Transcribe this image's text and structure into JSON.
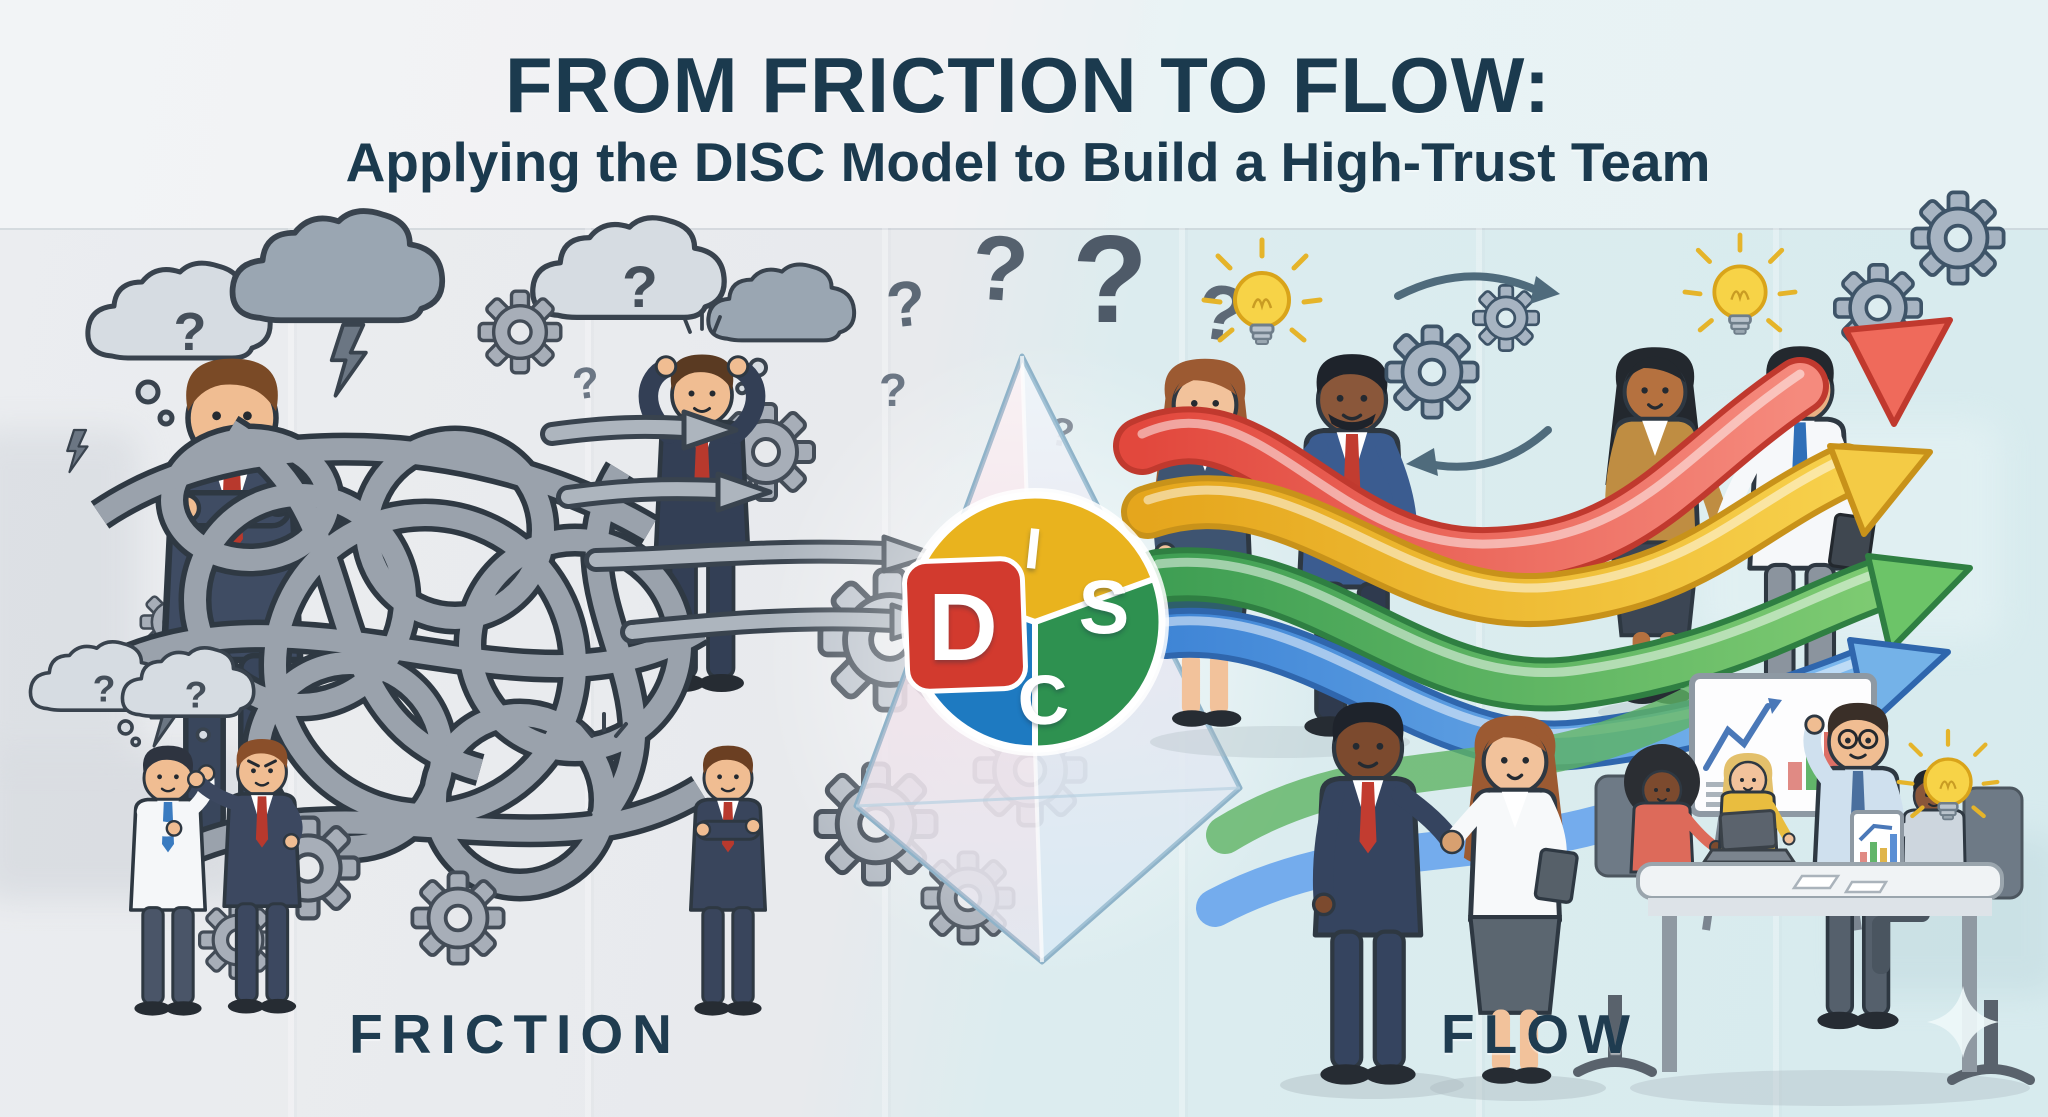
{
  "header": {
    "title": "FROM FRICTION TO FLOW:",
    "subtitle": "Applying the DISC Model to Build a High-Trust Team",
    "text_color": "#1b3a4e"
  },
  "labels": {
    "left": "FRICTION",
    "right": "FLOW"
  },
  "disc_logo": {
    "letters": {
      "d": "D",
      "i": "I",
      "s": "S",
      "c": "C"
    },
    "colors": {
      "d": "#d23a2e",
      "i": "#e9b31e",
      "s": "#2e9150",
      "c": "#1e7ac1"
    },
    "container": "glass-prism"
  },
  "glyphs": {
    "question_mark": "?"
  },
  "scene": {
    "friction_side": {
      "background": "#e8eaed",
      "people_count": 5,
      "icons": [
        "thought-cloud-icon",
        "storm-cloud-icon",
        "lightning-icon",
        "question-mark-icon",
        "tangled-knot-icon",
        "gear-icon",
        "gray-arrow-icon"
      ]
    },
    "flow_side": {
      "background": "#d9ecef",
      "people_count": 9,
      "icons": [
        "handshake-icon",
        "lightbulb-icon",
        "gear-icon",
        "cycle-arrow-icon",
        "growth-arrow-icon",
        "whiteboard-chart-icon",
        "laptop-icon",
        "meeting-table-icon",
        "sparkle-icon"
      ],
      "arrow_colors": [
        "#e2483d",
        "#e9b31e",
        "#3e9e53",
        "#3f85d6"
      ]
    }
  }
}
